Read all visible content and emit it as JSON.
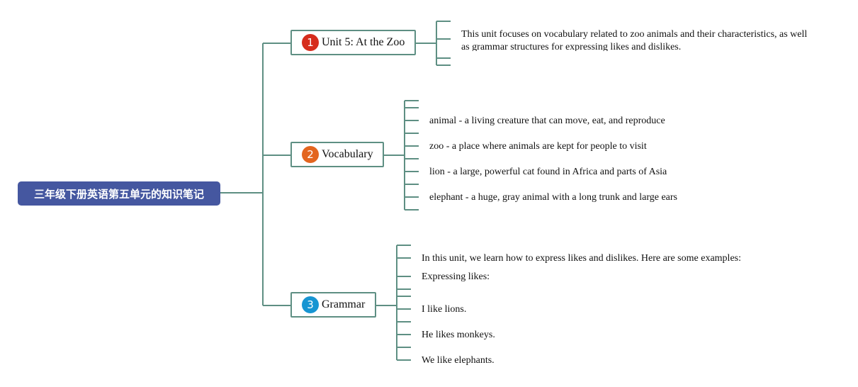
{
  "root": {
    "title": "三年级下册英语第五单元的知识笔记"
  },
  "topics": [
    {
      "number": "1",
      "label": "Unit 5: At the Zoo",
      "badge_color": "#d62c1c",
      "leaves": [
        "This unit focuses on vocabulary related to zoo animals and their characteristics, as well as grammar structures for expressing likes and dislikes."
      ]
    },
    {
      "number": "2",
      "label": "Vocabulary",
      "badge_color": "#e3651f",
      "leaves": [
        "animal - a living creature that can move, eat, and reproduce",
        "zoo - a place where animals are kept for people to visit",
        "lion - a large, powerful cat found in Africa and parts of Asia",
        "elephant - a huge, gray animal with a long trunk and large ears"
      ]
    },
    {
      "number": "3",
      "label": "Grammar",
      "badge_color": "#1795d2",
      "leaves": [
        "In this unit, we learn how to express likes and dislikes. Here are some examples:",
        "Expressing likes:",
        "I like lions.",
        "He likes monkeys.",
        "We like elephants."
      ]
    }
  ],
  "colors": {
    "root_bg": "#4557a0",
    "connector": "#5e8f83"
  }
}
